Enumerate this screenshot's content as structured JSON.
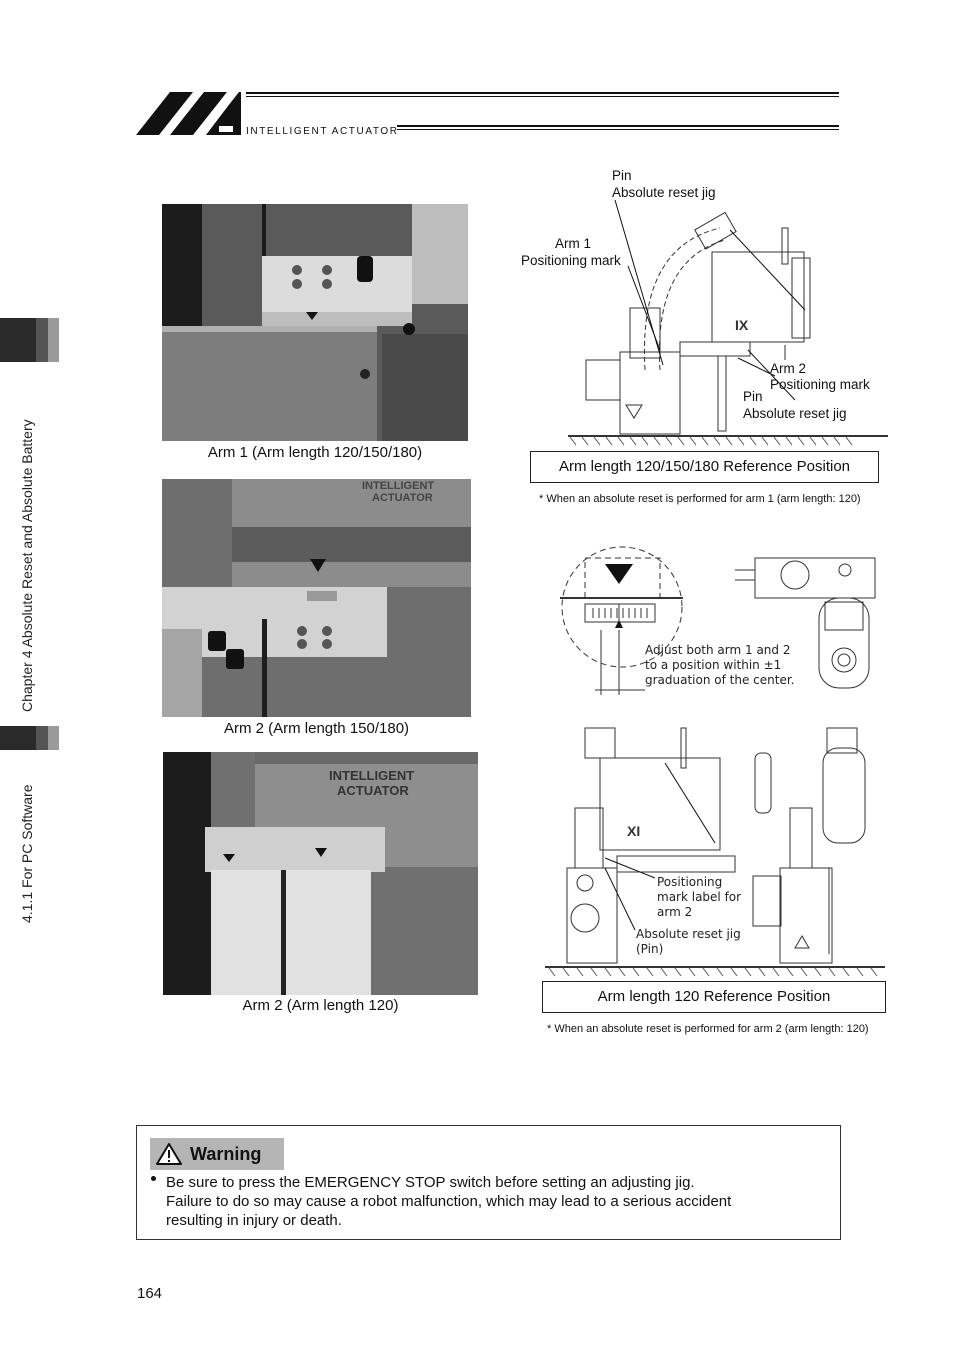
{
  "header": {
    "brand": "INTELLIGENT ACTUATOR"
  },
  "sidebar": {
    "chapter": "Chapter 4 Absolute Reset and Absolute Battery",
    "section": "4.1.1 For PC Software"
  },
  "photos": {
    "arm1_caption": "Arm 1 (Arm length 120/150/180)",
    "arm2_caption": "Arm 2 (Arm length 150/180)",
    "arm2_120_caption": "Arm 2 (Arm length 120)",
    "photo_text_line1": "INTELLIGENT",
    "photo_text_line2": "ACTUATOR"
  },
  "diagram1": {
    "pin_top": "Pin",
    "jig_top": "Absolute reset jig",
    "arm1": "Arm 1",
    "arm1_mark": "Positioning mark",
    "arm2": "Arm 2",
    "arm2_mark": "Positioning mark",
    "pin_bottom": "Pin",
    "jig_bottom": "Absolute reset jig",
    "logo": "IX",
    "ref": "Arm length 120/150/180 Reference Position",
    "note": "* When an absolute reset is performed for arm 1 (arm length: 120)"
  },
  "diagram2": {
    "adjust_line1": "Adjust both arm 1 and 2",
    "adjust_line2": "to a position within ±1",
    "adjust_line3": "graduation of the center."
  },
  "diagram3": {
    "label_line1": "Positioning",
    "label_line2": "mark label for",
    "label_line3": "arm 2",
    "jig_line1": "Absolute reset jig",
    "jig_line2": "(Pin)",
    "logo": "XI",
    "ref": "Arm length 120 Reference Position",
    "note": "* When an absolute reset is performed for arm 2 (arm length: 120)"
  },
  "warning": {
    "title": "Warning",
    "line1": "Be sure to press the EMERGENCY STOP switch before setting an adjusting jig.",
    "line2": "Failure to do so may cause a robot malfunction, which may lead to a serious accident",
    "line3": "resulting in injury or death."
  },
  "footer": {
    "page_number": "164"
  }
}
